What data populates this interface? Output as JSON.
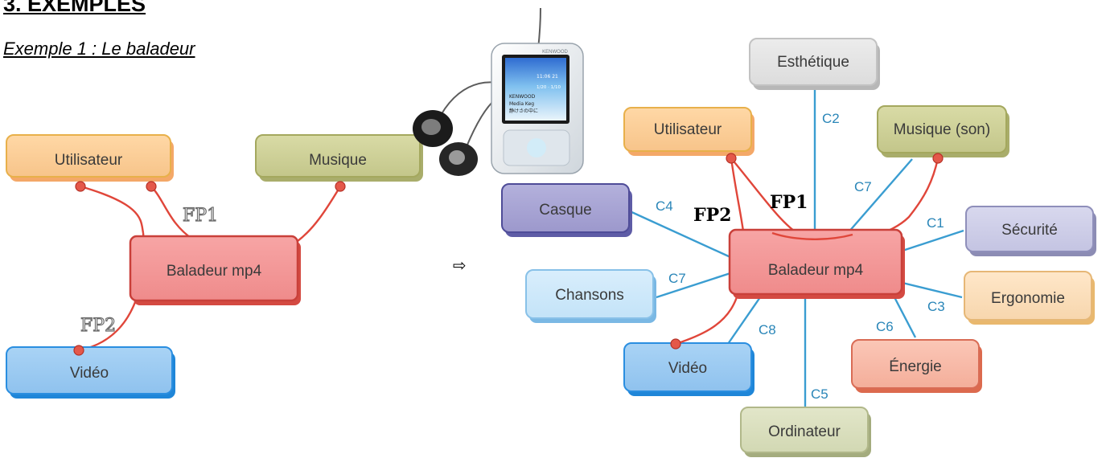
{
  "heading": "3. EXEMPLES",
  "subheading": "Exemple 1 : Le baladeur",
  "arrow_symbol": "⇨",
  "left_diagram": {
    "nodes": {
      "utilisateur": "Utilisateur",
      "musique": "Musique",
      "baladeur": "Baladeur mp4",
      "video": "Vidéo"
    },
    "functions": {
      "fp1": "FP1",
      "fp2": "FP2"
    }
  },
  "right_diagram": {
    "nodes": {
      "esthetique": "Esthétique",
      "utilisateur": "Utilisateur",
      "musique_son": "Musique (son)",
      "casque": "Casque",
      "securite": "Sécurité",
      "baladeur": "Baladeur mp4",
      "chansons": "Chansons",
      "ergonomie": "Ergonomie",
      "video": "Vidéo",
      "energie": "Énergie",
      "ordinateur": "Ordinateur"
    },
    "functions": {
      "fp1": "FP1",
      "fp2": "FP2"
    },
    "constraints": {
      "c2": "C2",
      "c7_top": "C7",
      "c4": "C4",
      "c1": "C1",
      "c7_left": "C7",
      "c3": "C3",
      "c8": "C8",
      "c6": "C6",
      "c5": "C5"
    }
  },
  "player_image": {
    "brand": "KENWOOD",
    "screen_lines": [
      "11:06 21",
      "1/20 · 1/10",
      "KENWOOD",
      "Media Keg",
      "静けさの中に"
    ]
  }
}
